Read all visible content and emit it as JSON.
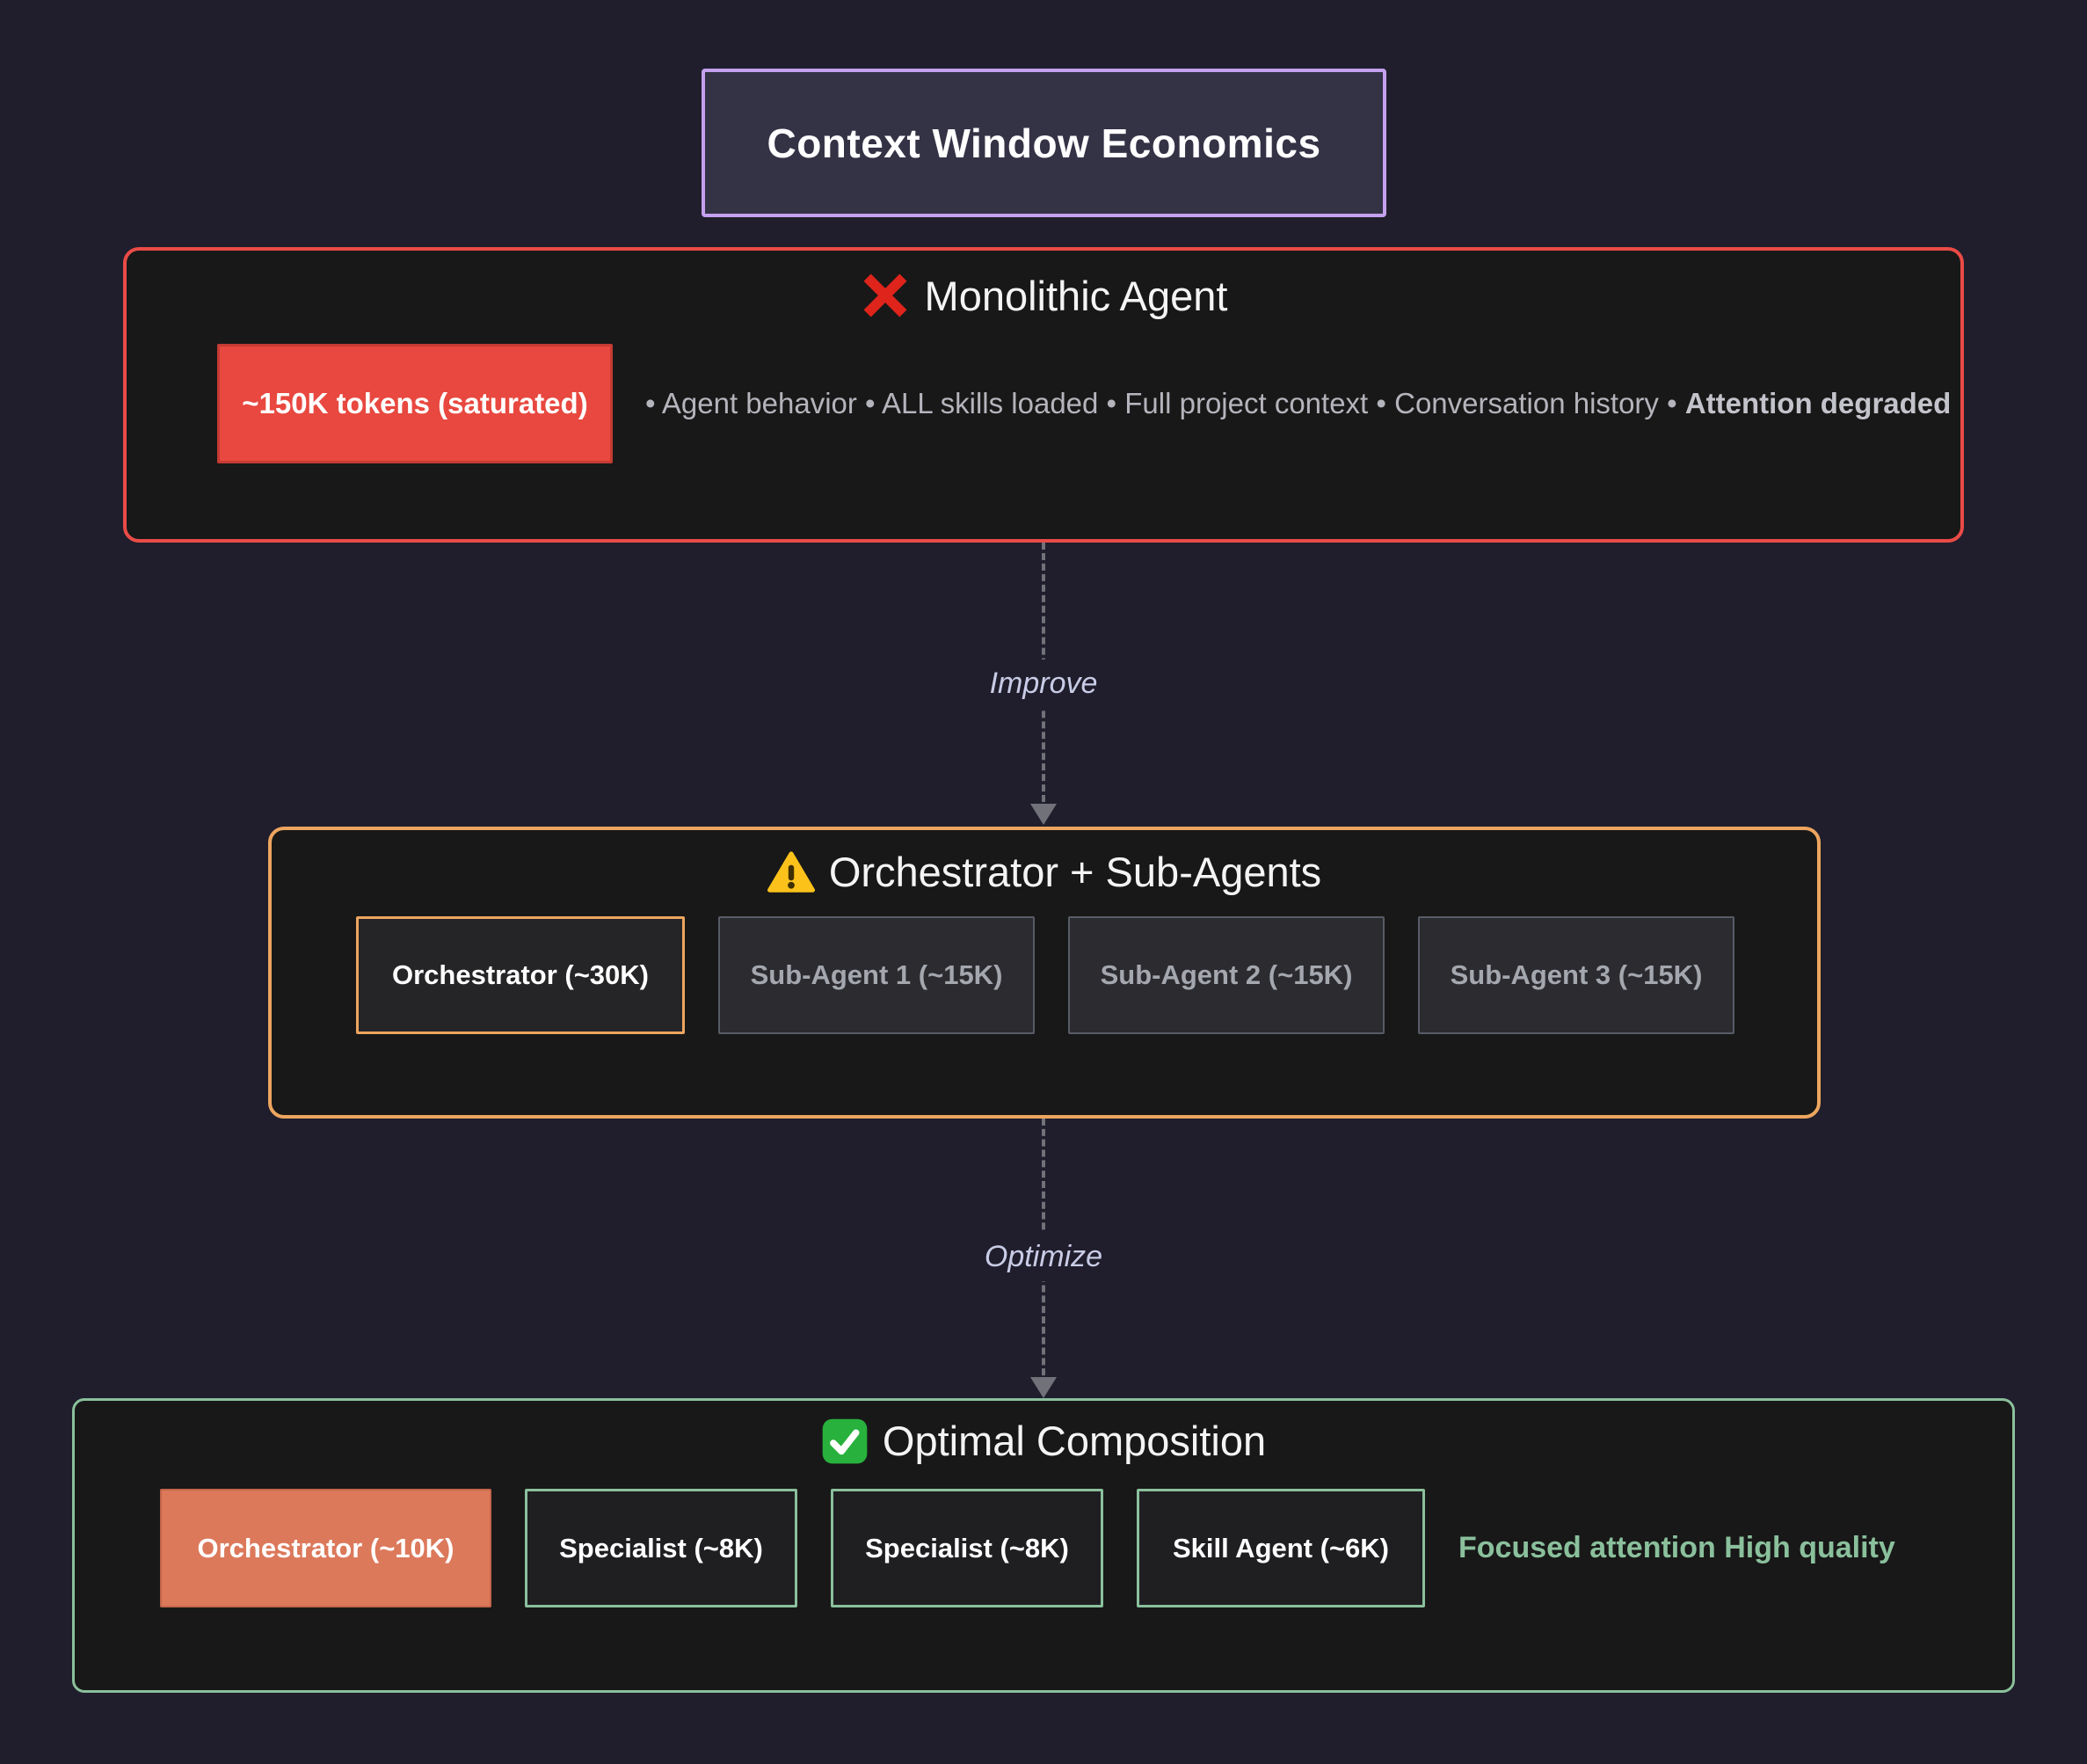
{
  "title": "Context Window Economics",
  "colors": {
    "page_bg": "#201e2c",
    "panel_bg": "#181818",
    "title_panel_bg": "#343245",
    "purple_border": "#c4a1ef",
    "red_border": "#ea4b47",
    "red_fill": "#e8483f",
    "orange_border": "#eda55f",
    "green_border": "#8ac09c",
    "coral_fill": "#dc795b",
    "arrow_gray": "#71717a"
  },
  "stages": {
    "monolithic": {
      "icon": "cross-mark",
      "title": "Monolithic Agent",
      "token_box": "~150K tokens (saturated)",
      "details": "• Agent behavior • ALL skills loaded • Full project context • Conversation history • ",
      "details_bold": "Attention degraded"
    },
    "orchestrator": {
      "icon": "warning-sign",
      "title": "Orchestrator + Sub-Agents",
      "boxes": [
        {
          "label": "Orchestrator (~30K)",
          "variant": "orange"
        },
        {
          "label": "Sub-Agent 1 (~15K)",
          "variant": "gray"
        },
        {
          "label": "Sub-Agent 2 (~15K)",
          "variant": "gray"
        },
        {
          "label": "Sub-Agent 3 (~15K)",
          "variant": "gray"
        }
      ]
    },
    "optimal": {
      "icon": "check-mark",
      "title": "Optimal Composition",
      "boxes": [
        {
          "label": "Orchestrator (~10K)",
          "variant": "coral"
        },
        {
          "label": "Specialist (~8K)",
          "variant": "green"
        },
        {
          "label": "Specialist (~8K)",
          "variant": "green"
        },
        {
          "label": "Skill Agent (~6K)",
          "variant": "green"
        }
      ],
      "note": "Focused attention High quality"
    }
  },
  "arrows": [
    {
      "label": "Improve"
    },
    {
      "label": "Optimize"
    }
  ]
}
